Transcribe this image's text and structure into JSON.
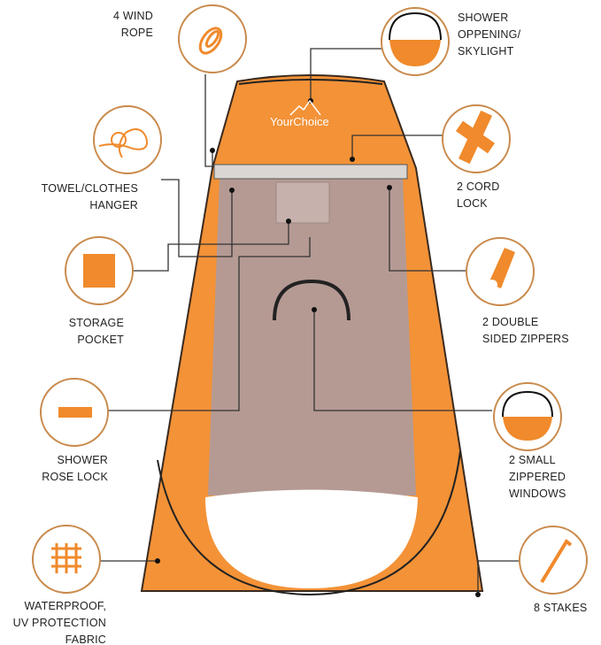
{
  "brand": "YourChoice",
  "colors": {
    "tent": "#f39237",
    "tent_dark": "#e07a22",
    "interior": "#b59a94",
    "circle_stroke": "#c98a4c",
    "icon": "#f08a2c",
    "leader": "#333333"
  },
  "features": {
    "wind_rope": [
      "4 WIND",
      "ROPE"
    ],
    "hanger": [
      "TOWEL/CLOTHES",
      "HANGER"
    ],
    "storage": [
      "STORAGE",
      "POCKET"
    ],
    "rose_lock": [
      "SHOWER",
      "ROSE LOCK"
    ],
    "fabric": [
      "WATERPROOF,",
      "UV PROTECTION",
      "FABRIC"
    ],
    "skylight": [
      "SHOWER",
      "OPPENING/",
      "SKYLIGHT"
    ],
    "cord_lock": [
      "2 CORD",
      "LOCK"
    ],
    "zippers": [
      "2 DOUBLE",
      "SIDED ZIPPERS"
    ],
    "windows": [
      "2 SMALL",
      "ZIPPERED",
      "WINDOWS"
    ],
    "stakes": [
      "8 STAKES"
    ]
  },
  "icons": [
    "rope-icon",
    "hanger-icon",
    "pocket-icon",
    "rose-lock-icon",
    "fabric-grid-icon",
    "skylight-icon",
    "cord-lock-icon",
    "zipper-icon",
    "window-icon",
    "stake-icon"
  ]
}
